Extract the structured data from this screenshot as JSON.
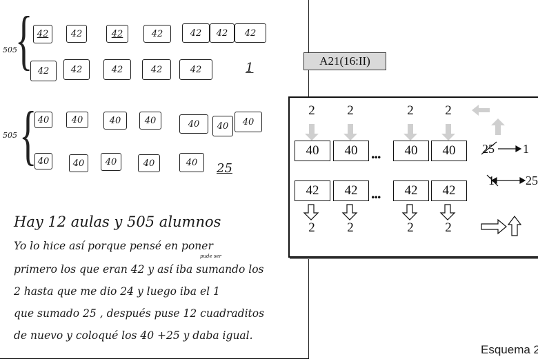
{
  "sheet": {
    "groups": [
      {
        "label": "505",
        "rows": [
          [
            "42",
            "42",
            "42",
            "42",
            "42",
            "42",
            "42"
          ],
          [
            "42",
            "42",
            "42",
            "42",
            "42"
          ]
        ],
        "result": "1"
      },
      {
        "label": "505",
        "rows": [
          [
            "40",
            "40",
            "40",
            "40",
            "40",
            "40",
            "40"
          ],
          [
            "40",
            "40",
            "40",
            "40",
            "40"
          ]
        ],
        "result": "25"
      }
    ],
    "notes": [
      "Hay 12 aulas y 505 alumnos",
      "Yo lo hice así porque pensé en poner",
      "primero los que eran 42 y así iba sumando los",
      "2 hasta que me dio 24 y luego iba el 1",
      "que sumado 25 , después puse 12 cuadraditos",
      "de nuevo y coloqué los 40 +25 y daba igual."
    ],
    "superscript": "pude ser"
  },
  "label": "A21(16:II)",
  "diagram": {
    "top_numbers": [
      "2",
      "2",
      "2",
      "2"
    ],
    "row1": [
      "40",
      "40",
      "40",
      "40"
    ],
    "row2": [
      "42",
      "42",
      "42",
      "42"
    ],
    "bottom_numbers": [
      "2",
      "2",
      "2",
      "2"
    ],
    "ellipsis": "...",
    "ratio1_struck": "25",
    "ratio1_value": "1",
    "ratio2_struck": "1",
    "ratio2_value": "25"
  },
  "caption": "Esquema 2"
}
